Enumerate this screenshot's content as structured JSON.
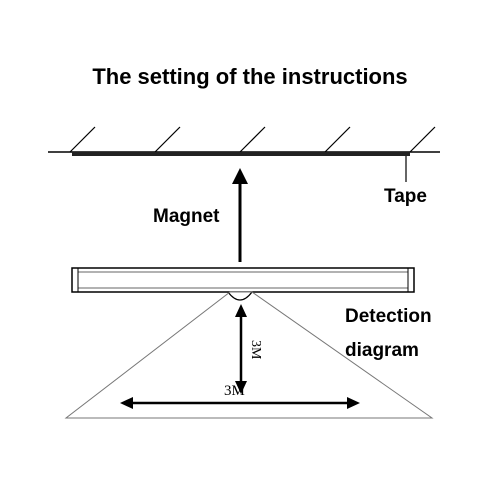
{
  "title": "The setting of the instructions",
  "labels": {
    "tape": "Tape",
    "magnet": "Magnet",
    "detection_line1": "Detection",
    "detection_line2": "diagram"
  },
  "dimensions": {
    "vertical": "3M",
    "horizontal": "3M"
  }
}
